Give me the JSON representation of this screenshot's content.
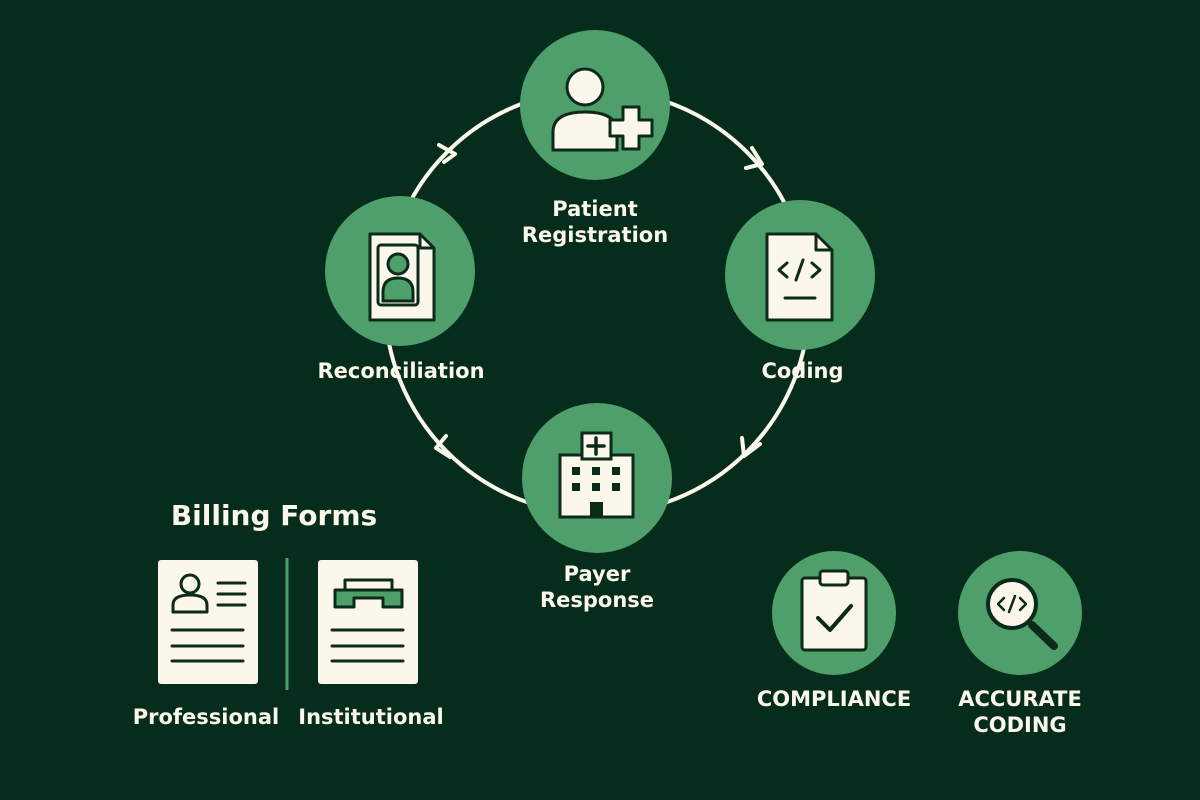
{
  "colors": {
    "background": "#062d1b",
    "accent_green": "#4e9f6b",
    "cream": "#fbf7ea",
    "outline": "#0c2a1a"
  },
  "cycle": {
    "nodes": [
      {
        "id": "patient-registration",
        "lines": [
          "Patient",
          "Registration"
        ],
        "icon": "user-add-icon"
      },
      {
        "id": "coding",
        "lines": [
          "Coding"
        ],
        "icon": "code-document-icon"
      },
      {
        "id": "payer-response",
        "lines": [
          "Payer",
          "Response"
        ],
        "icon": "hospital-icon"
      },
      {
        "id": "reconciliation",
        "lines": [
          "Reconciliation"
        ],
        "icon": "id-document-icon"
      }
    ],
    "arrow_direction": "clockwise"
  },
  "billing_forms": {
    "title": "Billing Forms",
    "forms": [
      {
        "label": "Professional",
        "icon": "professional-form-icon"
      },
      {
        "label": "Institutional",
        "icon": "institutional-form-icon"
      }
    ]
  },
  "badges": [
    {
      "lines": [
        "COMPLIANCE"
      ],
      "icon": "clipboard-check-icon"
    },
    {
      "lines": [
        "ACCURATE",
        "CODING"
      ],
      "icon": "magnifier-code-icon"
    }
  ]
}
